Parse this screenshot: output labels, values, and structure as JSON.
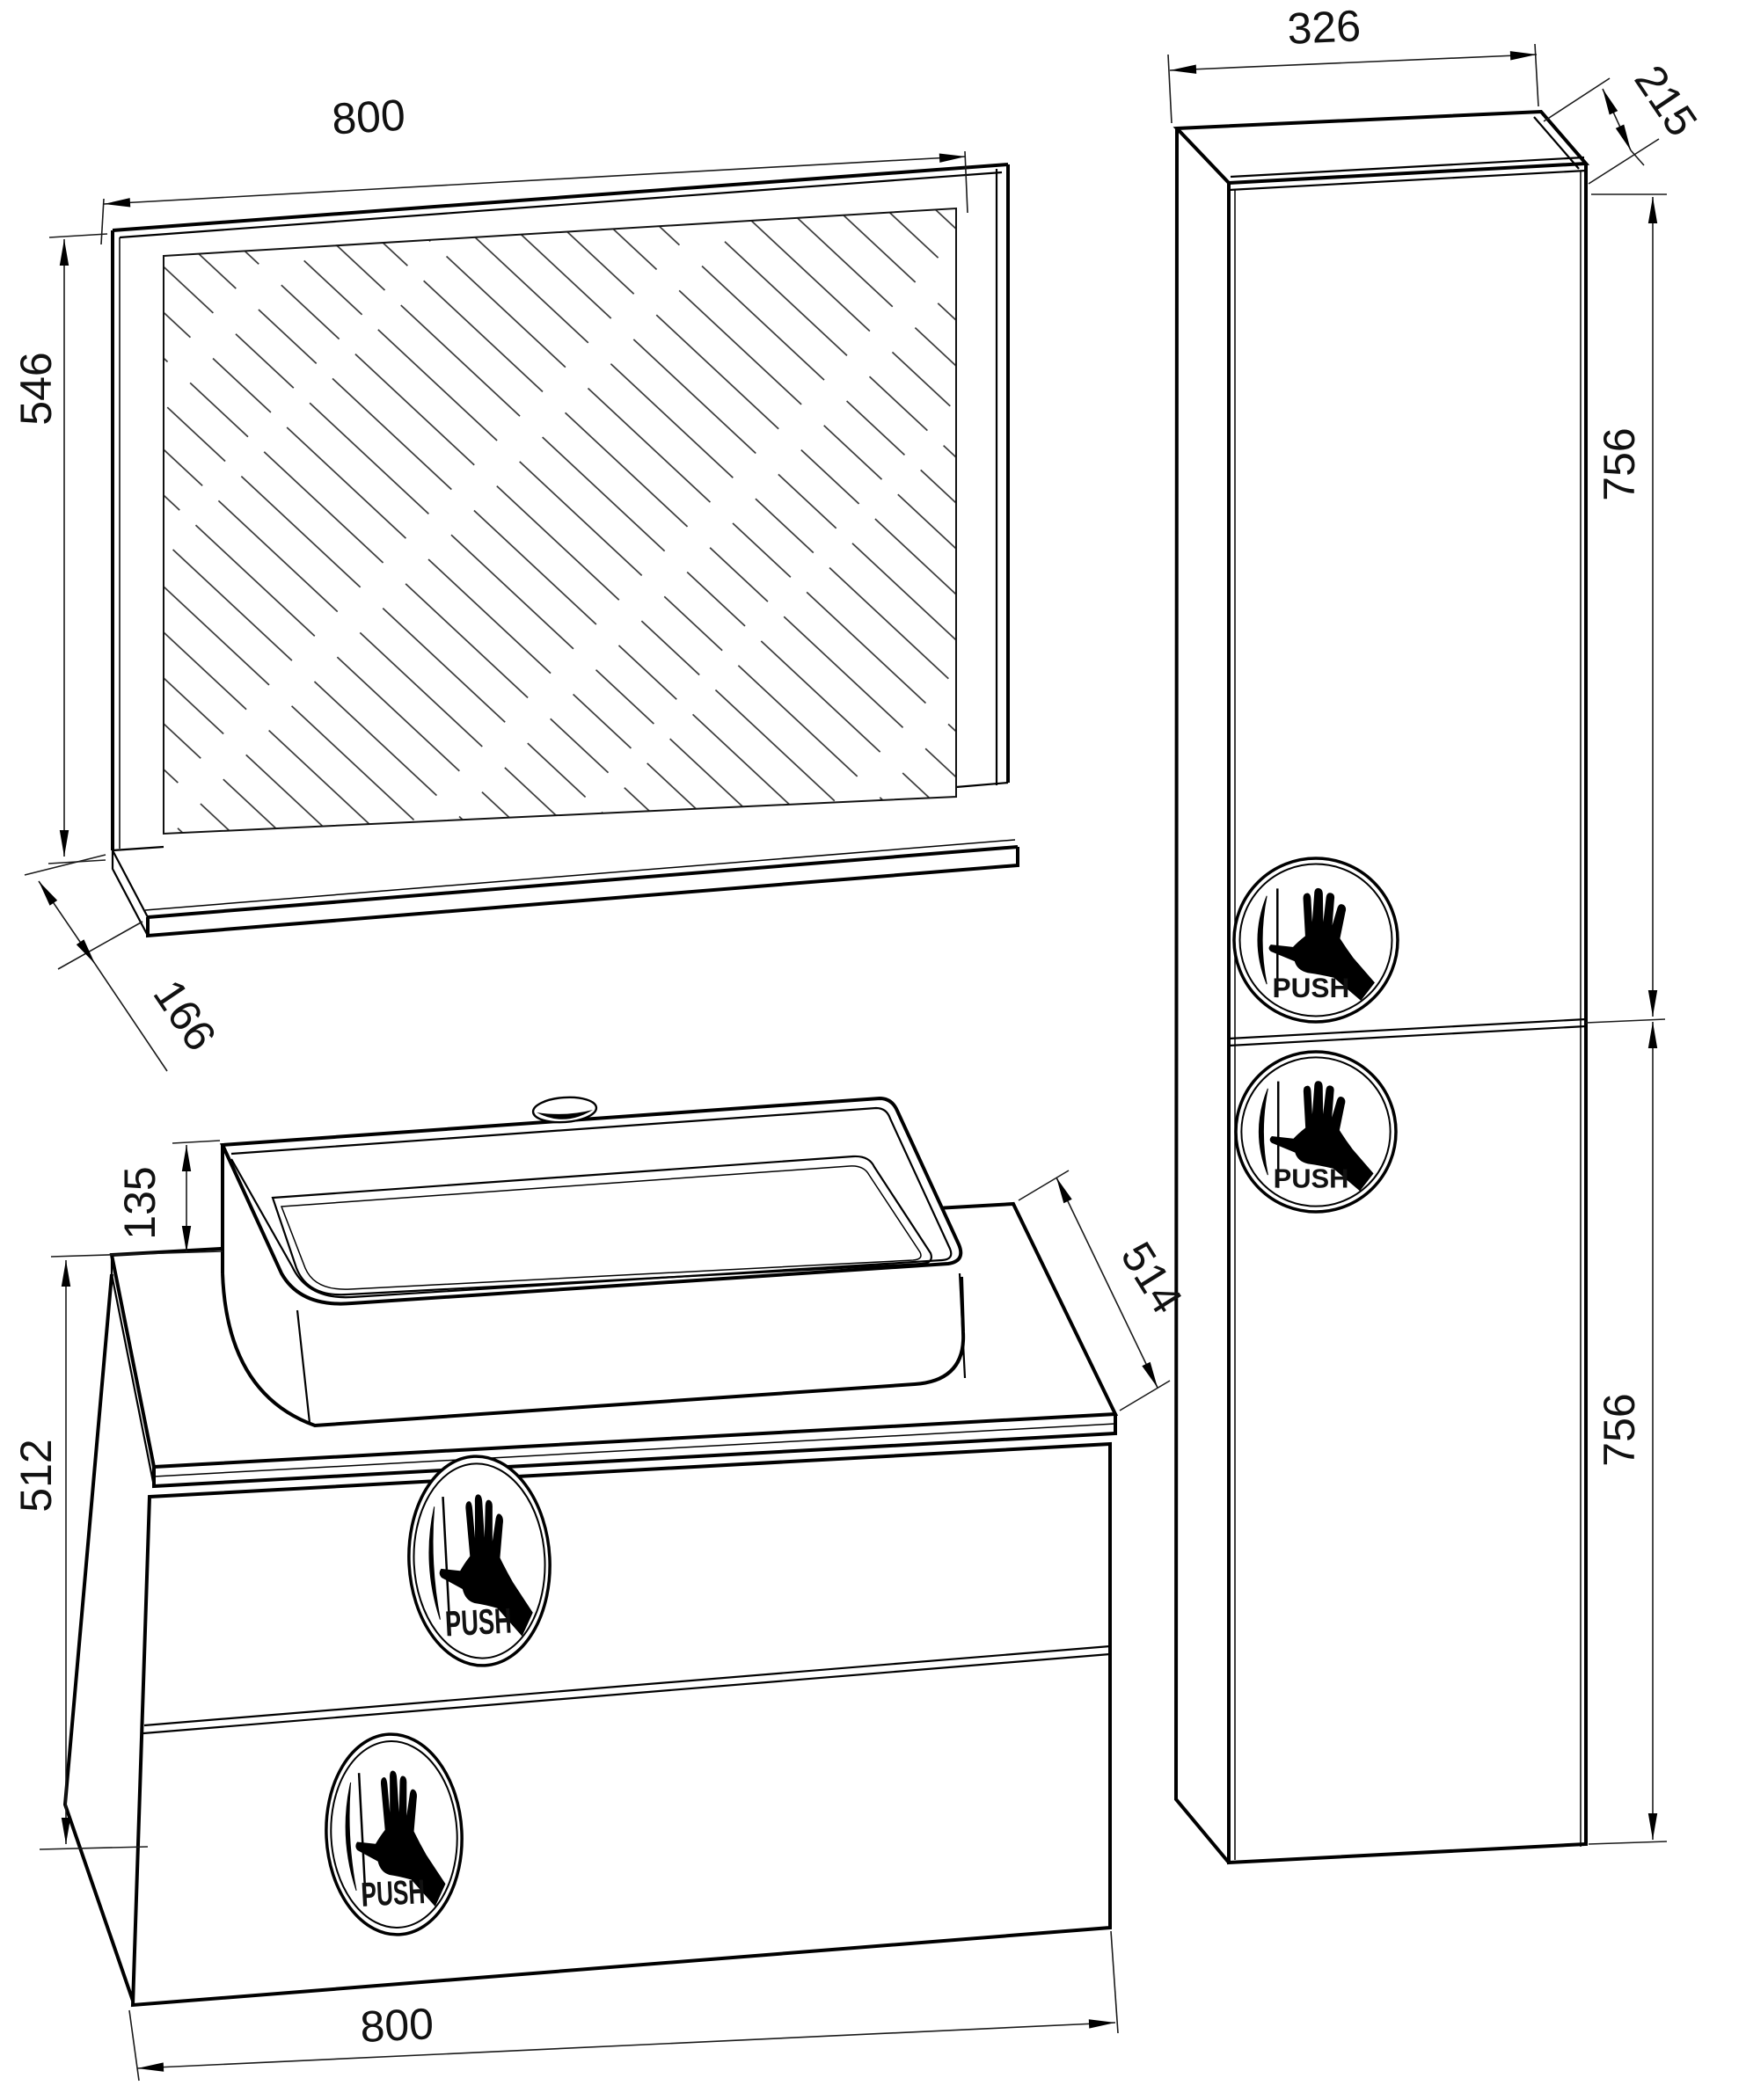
{
  "push_label": "PUSH",
  "dims": {
    "mirror_width": "800",
    "mirror_height": "546",
    "shelf_depth": "166",
    "cabinet_width": "326",
    "cabinet_depth": "215",
    "cabinet_upper_height": "756",
    "cabinet_lower_height": "756",
    "sink_height": "135",
    "vanity_height": "512",
    "vanity_depth": "514",
    "vanity_width": "800"
  }
}
